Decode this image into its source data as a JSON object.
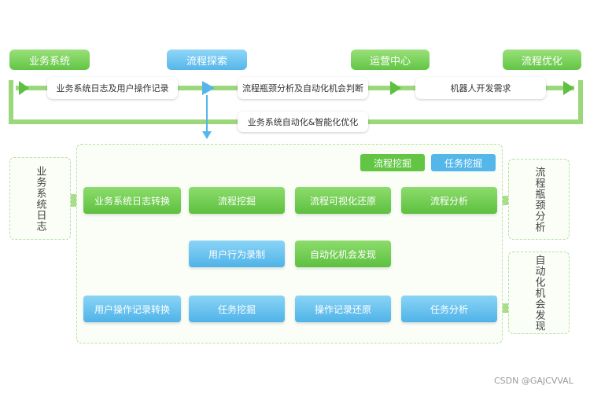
{
  "top_stages": [
    "业务系统",
    "流程探索",
    "运营中心",
    "流程优化"
  ],
  "top_flow": [
    "业务系统日志及用户操作记录",
    "流程瓶颈分析及自动化机会判断",
    "机器人开发需求"
  ],
  "feedback_label": "业务系统自动化&智能化优化",
  "left_input": "业务系统日志",
  "legend": [
    "流程挖掘",
    "任务挖掘"
  ],
  "row1": [
    "业务系统日志转换",
    "流程挖掘",
    "流程可视化还原",
    "流程分析"
  ],
  "row2": [
    "用户行为录制",
    "自动化机会发现"
  ],
  "row3": [
    "用户操作记录转换",
    "任务挖掘",
    "操作记录还原",
    "任务分析"
  ],
  "outputs": [
    "流程瓶颈分析",
    "自动化机会发现"
  ],
  "watermark": "CSDN @GAJCVVAL",
  "colors": {
    "green": "#62c544",
    "blue": "#55b6ea",
    "line_green": "#9bd77b"
  }
}
